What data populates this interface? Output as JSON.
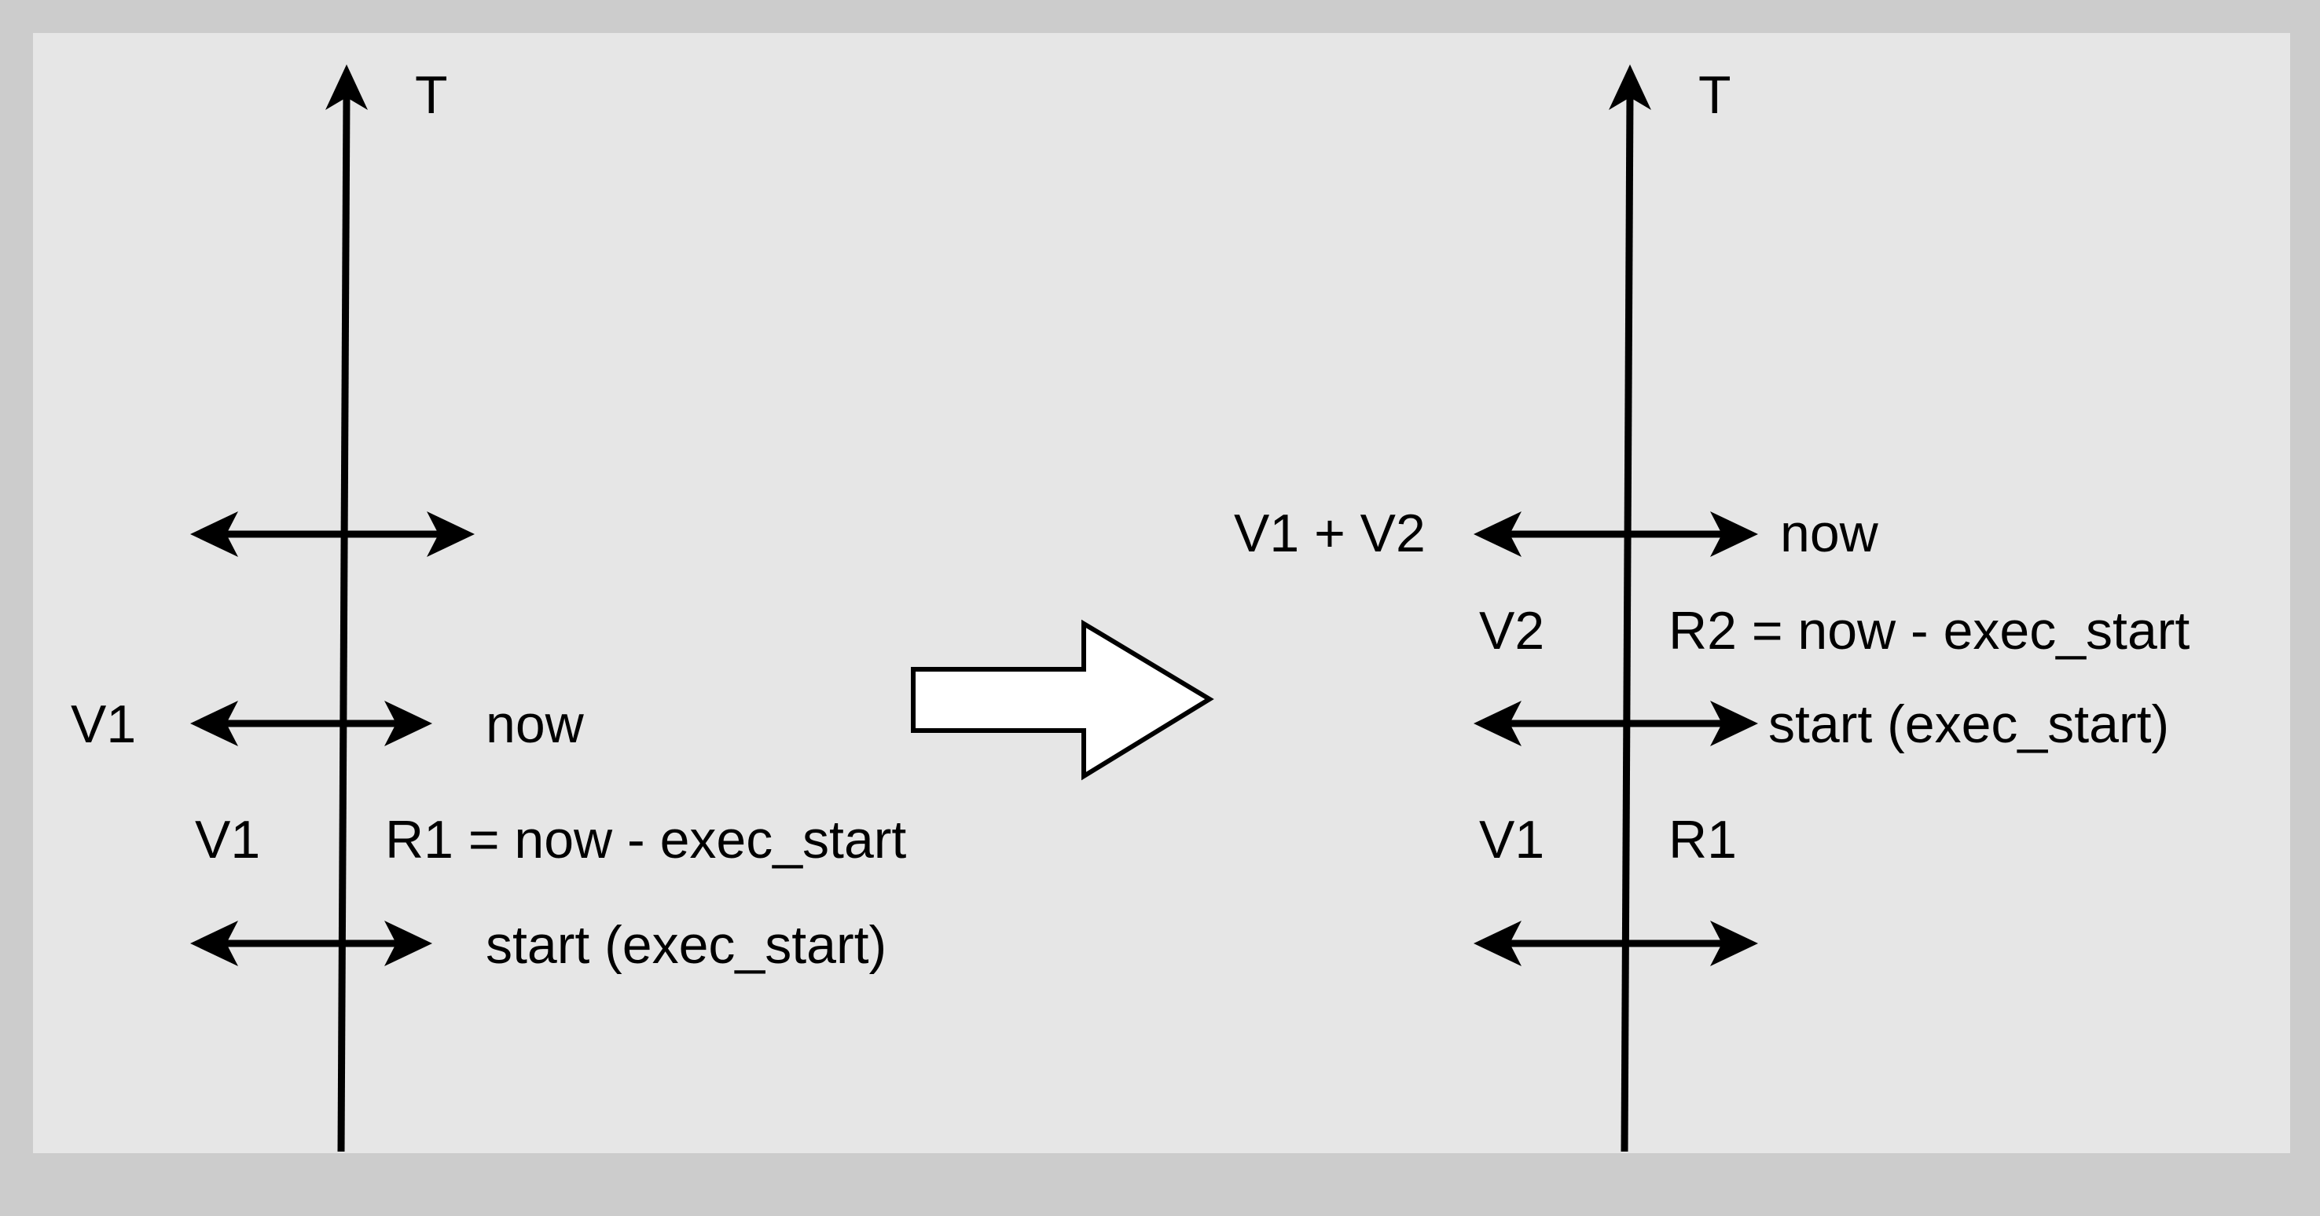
{
  "colors": {
    "outer_frame": "#cccccc",
    "canvas": "#e6e6e6",
    "stroke": "#000000",
    "block_arrow_fill": "#ffffff"
  },
  "left_timeline": {
    "axis_label": "T",
    "ticks": [
      {
        "left_label": "",
        "right_label": ""
      },
      {
        "left_label": "V1",
        "right_label": "now"
      },
      {
        "left_label": "",
        "right_label": "start (exec_start)"
      }
    ],
    "segment": {
      "version": "V1",
      "duration": "R1 = now - exec_start"
    }
  },
  "right_timeline": {
    "axis_label": "T",
    "ticks": [
      {
        "left_label": "V1 + V2",
        "right_label": "now"
      },
      {
        "left_label": "",
        "right_label": "start (exec_start)"
      },
      {
        "left_label": "",
        "right_label": ""
      }
    ],
    "segments": [
      {
        "version": "V2",
        "duration": "R2 = now - exec_start"
      },
      {
        "version": "V1",
        "duration": "R1"
      }
    ]
  },
  "transition_arrow": {
    "icon": "right-block-arrow-icon"
  }
}
